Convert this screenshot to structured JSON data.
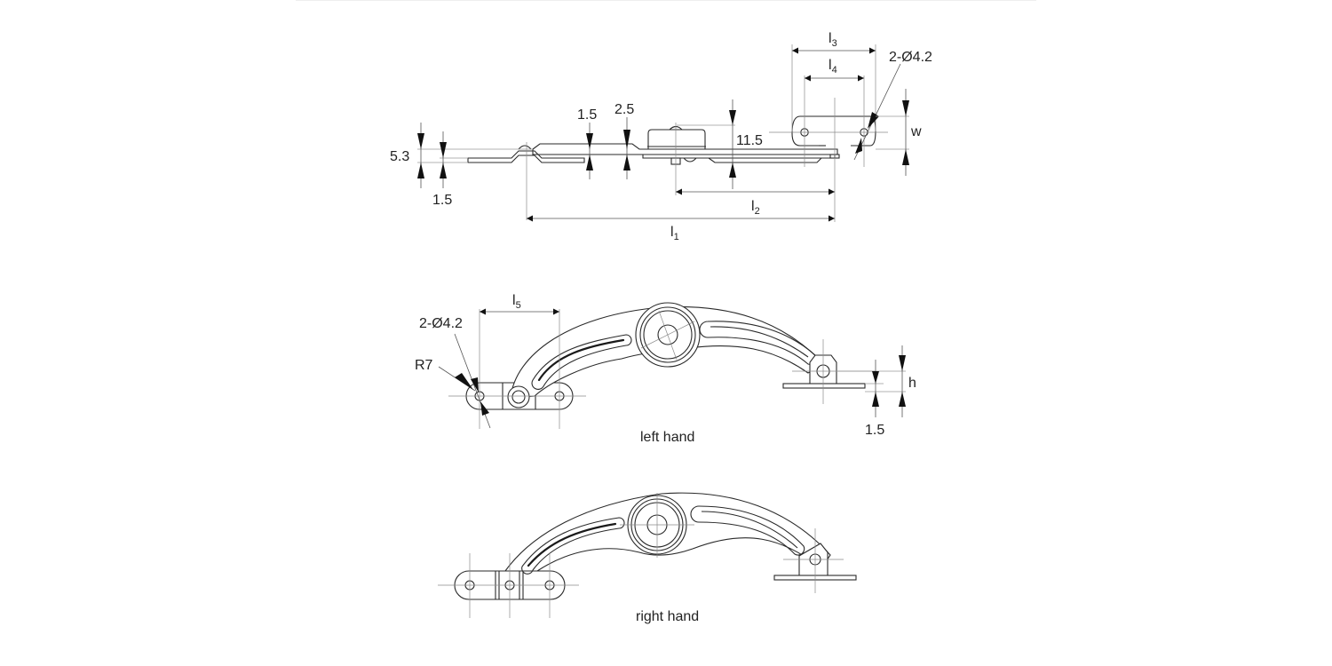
{
  "drawing": {
    "title": "Lid stay hinge – technical drawing",
    "side_view": {
      "dimensions": {
        "thickness_total": "5.3",
        "thickness_plate": "1.5",
        "plate_step": "1.5",
        "plate_offset": "2.5",
        "pivot_height": "11.5",
        "hole_spec_top": "2-Ø4.2",
        "w_label": "w",
        "l1_base": "l",
        "l1_sub": "1",
        "l2_base": "l",
        "l2_sub": "2",
        "l3_base": "l",
        "l3_sub": "3",
        "l4_base": "l",
        "l4_sub": "4"
      }
    },
    "left_hand_view": {
      "caption": "left hand",
      "dimensions": {
        "l5_base": "l",
        "l5_sub": "5",
        "hole_spec": "2-Ø4.2",
        "radius": "R7",
        "h_label": "h",
        "base_thickness": "1.5"
      }
    },
    "right_hand_view": {
      "caption": "right hand"
    }
  }
}
